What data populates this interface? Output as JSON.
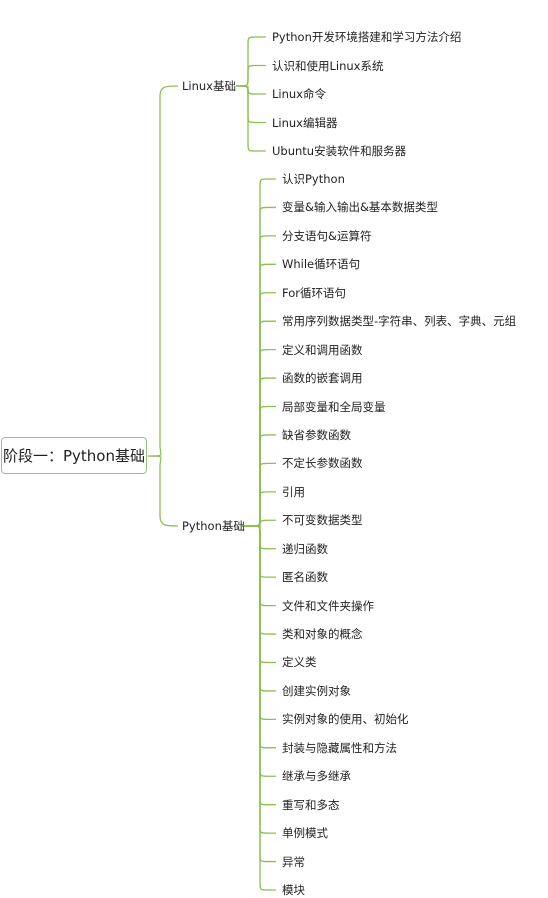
{
  "root": "阶段一：Python基础",
  "branches": [
    {
      "label": "Linux基础",
      "items": [
        "Python开发环境搭建和学习方法介绍",
        "认识和使用Linux系统",
        "Linux命令",
        "Linux编辑器",
        "Ubuntu安装软件和服务器"
      ]
    },
    {
      "label": "Python基础",
      "items": [
        "认识Python",
        "变量&输入输出&基本数据类型",
        "分支语句&运算符",
        "While循环语句",
        "For循环语句",
        "常用序列数据类型-字符串、列表、字典、元组",
        "定义和调用函数",
        "函数的嵌套调用",
        "局部变量和全局变量",
        "缺省参数函数",
        "不定长参数函数",
        "引用",
        "不可变数据类型",
        "递归函数",
        "匿名函数",
        "文件和文件夹操作",
        "类和对象的概念",
        "定义类",
        "创建实例对象",
        "实例对象的使用、初始化",
        "封装与隐藏属性和方法",
        "继承与多继承",
        "重写和多态",
        "单例模式",
        "异常",
        "模块"
      ]
    }
  ],
  "colors": {
    "line": "#8cc152",
    "border": "#93c47d",
    "text": "#222222"
  }
}
